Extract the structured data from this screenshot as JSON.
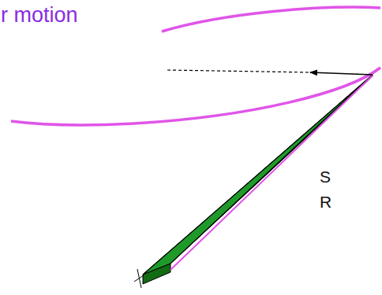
{
  "diagram": {
    "labels": [
      "r motion",
      "S",
      "R"
    ]
  }
}
